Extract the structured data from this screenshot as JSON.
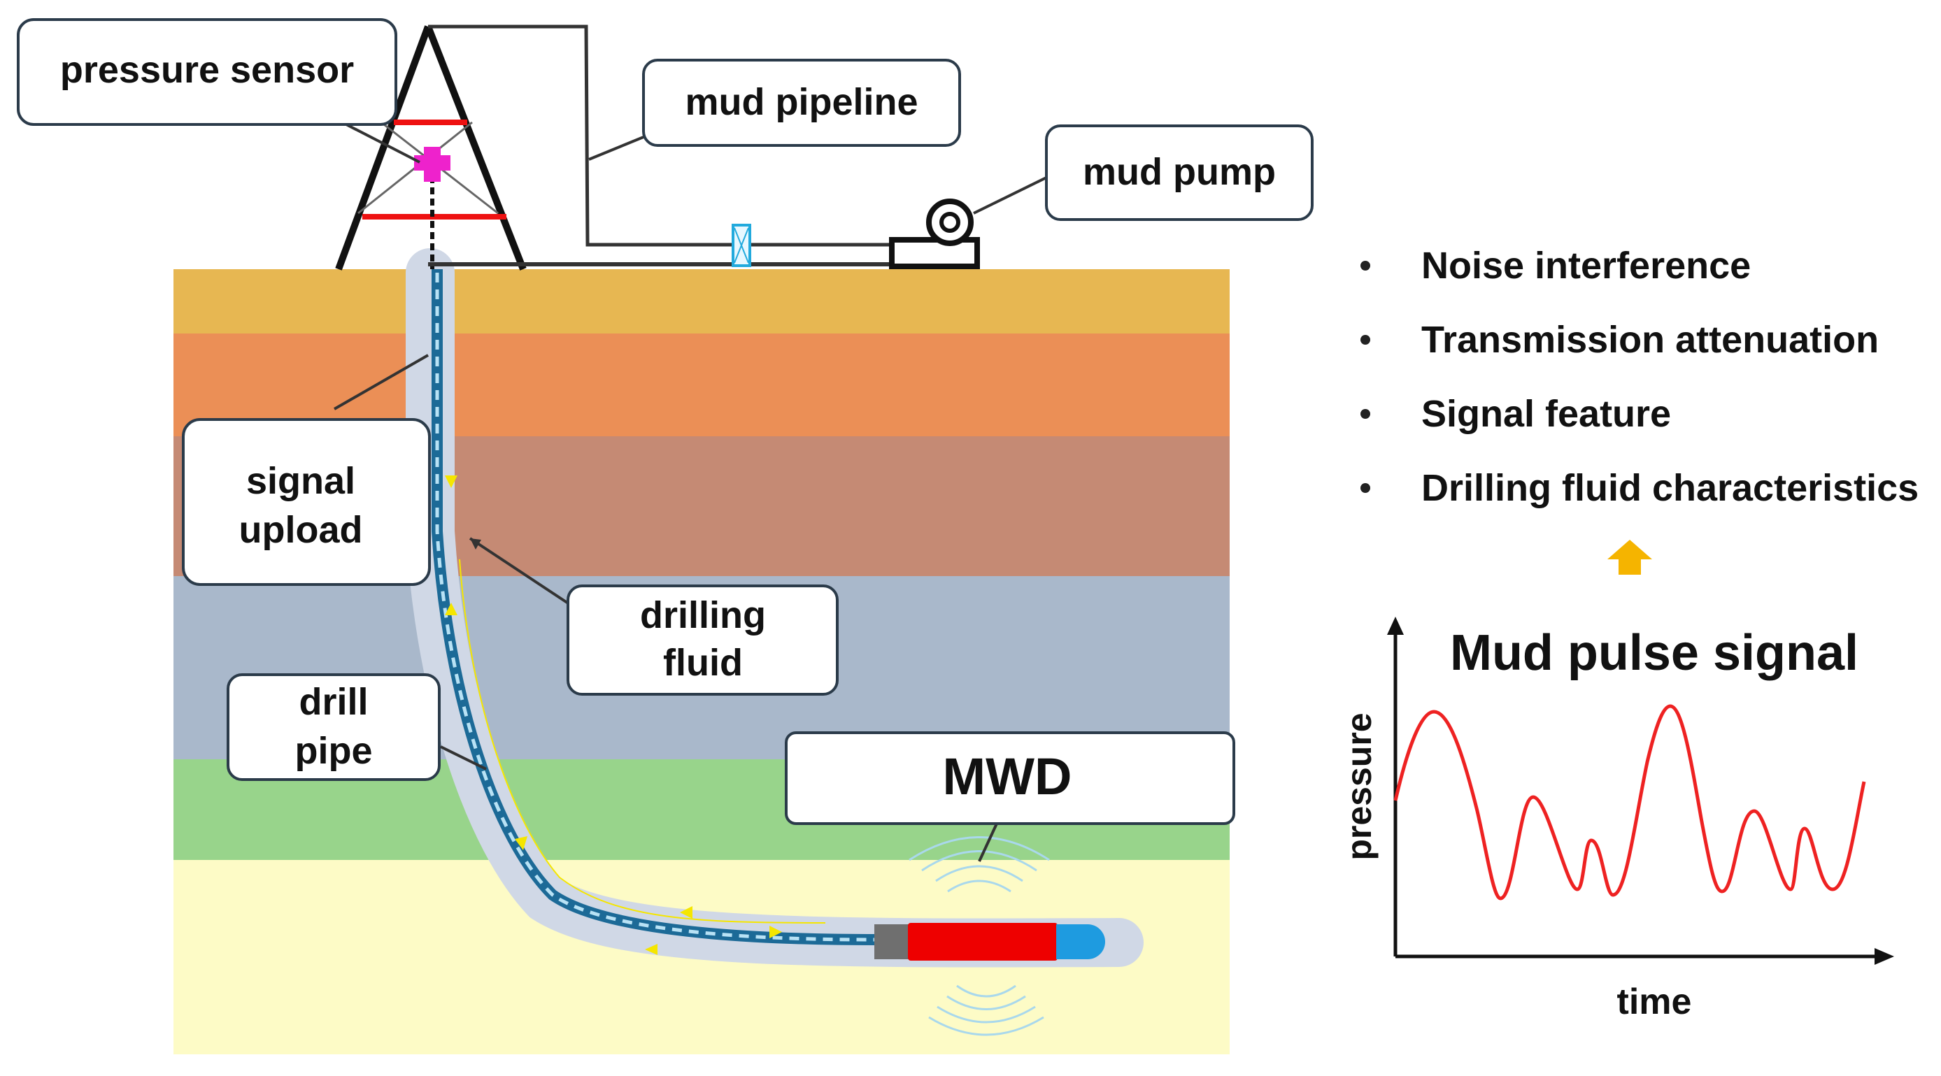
{
  "labels": {
    "pressure_sensor": "pressure sensor",
    "mud_pipeline": "mud pipeline",
    "mud_pump": "mud pump",
    "signal_upload_1": "signal",
    "signal_upload_2": "upload",
    "drilling_fluid_1": "drilling",
    "drilling_fluid_2": "fluid",
    "drill_pipe_1": "drill",
    "drill_pipe_2": "pipe",
    "mwd": "MWD"
  },
  "factors": [
    "Noise interference",
    "Transmission attenuation",
    "Signal feature",
    "Drilling fluid characteristics"
  ],
  "chart": {
    "title": "Mud pulse signal",
    "ylabel": "pressure",
    "xlabel": "time",
    "line_color": "#ee2222"
  },
  "colors": {
    "layer_1": "#e7b752",
    "layer_2": "#eb8f56",
    "layer_3": "#c58a74",
    "layer_4": "#a9b8cb",
    "layer_5": "#98d48b",
    "layer_6": "#fdfbc6",
    "derrick_red": "#ee1111",
    "sensor_magenta": "#ee22cc",
    "arrow_yellow": "#f5e600",
    "up_arrow_orange": "#f5b400",
    "tool_red": "#ee0000",
    "tool_blue": "#1e9be0"
  }
}
